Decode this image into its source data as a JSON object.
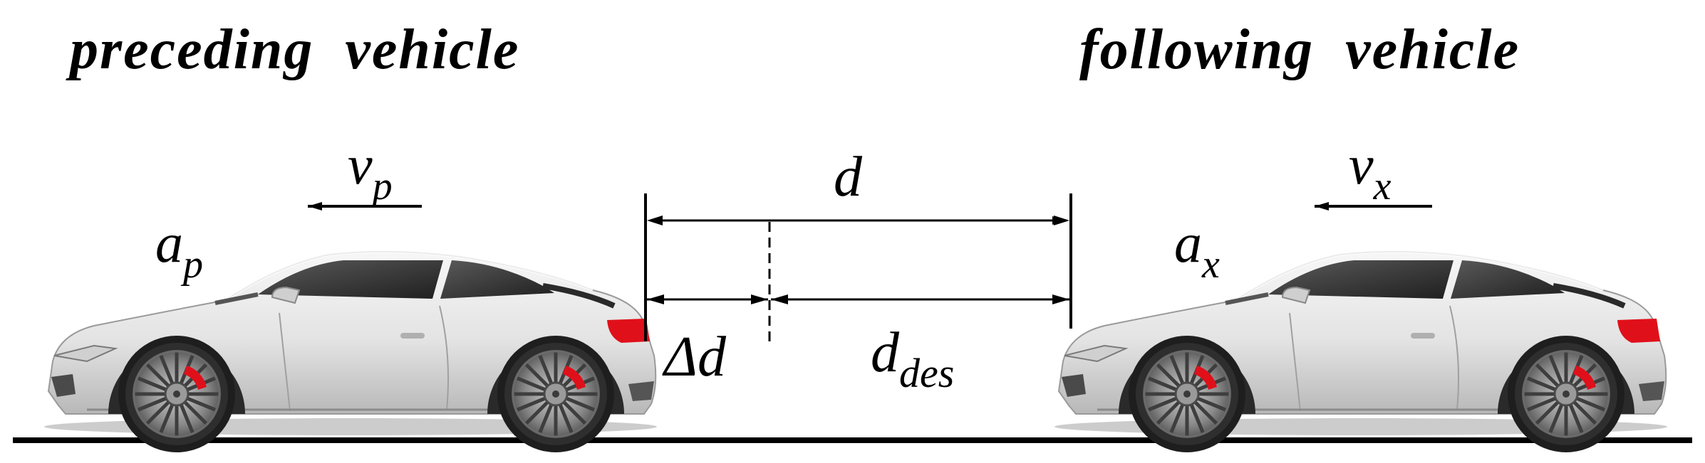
{
  "labels": {
    "preceding_title": "preceding  vehicle",
    "following_title": "following  vehicle",
    "v_p": {
      "base": "v",
      "sub": "p"
    },
    "a_p": {
      "base": "a",
      "sub": "p"
    },
    "v_x": {
      "base": "v",
      "sub": "x"
    },
    "a_x": {
      "base": "a",
      "sub": "x"
    },
    "d": "d",
    "delta_d": "Δd",
    "d_des": {
      "base": "d",
      "sub": "des"
    }
  },
  "colors": {
    "ink": "#000000",
    "car_body": "#e6e6e6",
    "car_shadow": "#bdbdbd",
    "window": "#3a3a3a",
    "tail_light": "#e0101a",
    "brake_caliper": "#e0101a",
    "rim": "#8a8a8a",
    "tire": "#1e1e1e"
  },
  "icons": [
    "sports-car-icon",
    "left-arrow-icon",
    "dimension-arrow-icon"
  ]
}
